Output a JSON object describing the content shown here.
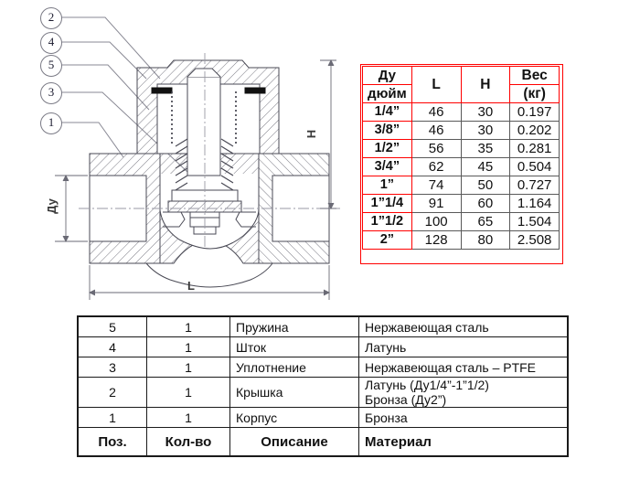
{
  "drawing": {
    "title": "check-valve-cross-section",
    "callouts": [
      {
        "id": "c2",
        "label": "2"
      },
      {
        "id": "c4",
        "label": "4"
      },
      {
        "id": "c5",
        "label": "5"
      },
      {
        "id": "c3",
        "label": "3"
      },
      {
        "id": "c1",
        "label": "1"
      }
    ],
    "dimension_labels": {
      "height": "H",
      "length": "L",
      "bore": "Ду"
    }
  },
  "dim_table": {
    "headers": {
      "col0_line1": "Ду",
      "col0_line2": "дюйм",
      "col1": "L",
      "col2": "H",
      "col3_line1": "Вес",
      "col3_line2": "(кг)"
    },
    "rows": [
      {
        "size": "1/4”",
        "L": "46",
        "H": "30",
        "weight": "0.197"
      },
      {
        "size": "3/8”",
        "L": "46",
        "H": "30",
        "weight": "0.202"
      },
      {
        "size": "1/2”",
        "L": "56",
        "H": "35",
        "weight": "0.281"
      },
      {
        "size": "3/4”",
        "L": "62",
        "H": "45",
        "weight": "0.504"
      },
      {
        "size": "1”",
        "L": "74",
        "H": "50",
        "weight": "0.727"
      },
      {
        "size": "1”1/4",
        "L": "91",
        "H": "60",
        "weight": "1.164"
      },
      {
        "size": "1”1/2",
        "L": "100",
        "H": "65",
        "weight": "1.504"
      },
      {
        "size": "2”",
        "L": "128",
        "H": "80",
        "weight": "2.508"
      }
    ]
  },
  "mat_table": {
    "rows": [
      {
        "pos": "5",
        "qty": "1",
        "desc": "Пружина",
        "material": "Нержавеющая сталь"
      },
      {
        "pos": "4",
        "qty": "1",
        "desc": "Шток",
        "material": "Латунь"
      },
      {
        "pos": "3",
        "qty": "1",
        "desc": "Уплотнение",
        "material": "Нержавеющая сталь – PTFE"
      },
      {
        "pos": "2",
        "qty": "1",
        "desc": "Крышка",
        "material_line1": "Латунь (Ду1/4”-1”1/2)",
        "material_line2": "Бронза (Ду2”)"
      },
      {
        "pos": "1",
        "qty": "1",
        "desc": "Корпус",
        "material": "Бронза"
      }
    ],
    "footer": {
      "pos": "Поз.",
      "qty": "Кол-во",
      "desc": "Описание",
      "material": "Материал"
    }
  },
  "colors": {
    "table_accent_red": "#ff0000",
    "table_border_gray": "#595959",
    "mat_border": "#1a1a1a",
    "drawing_line": "#4a4a55"
  }
}
